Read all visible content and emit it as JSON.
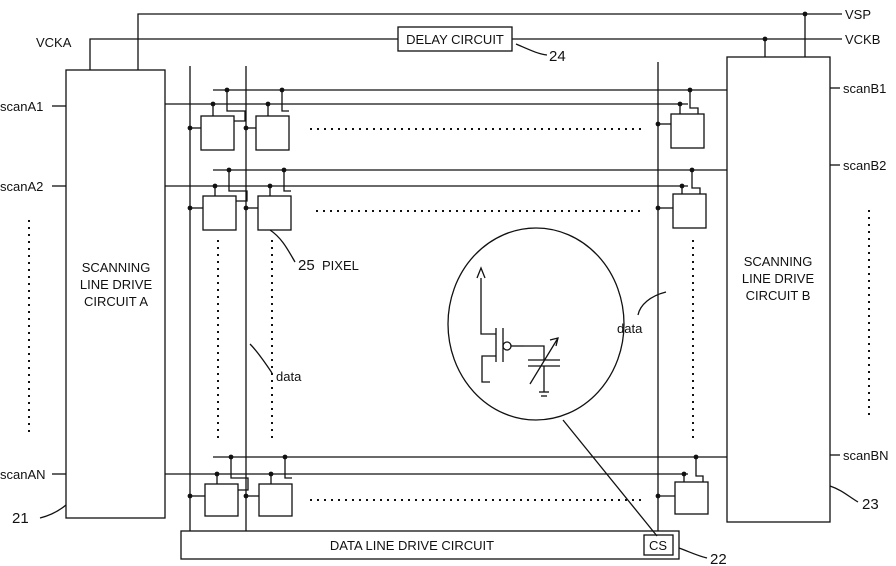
{
  "signals": {
    "vsp": "VSP",
    "vcka": "VCKA",
    "vckb": "VCKB",
    "scan_a": [
      "scanA1",
      "scanA2",
      "scanAN"
    ],
    "scan_b": [
      "scanB1",
      "scanB2",
      "scanBN"
    ],
    "data_left": "data",
    "data_right": "data"
  },
  "blocks": {
    "delay_circuit": "DELAY CIRCUIT",
    "driver_a": [
      "SCANNING",
      "LINE DRIVE",
      "CIRCUIT A"
    ],
    "driver_b": [
      "SCANNING",
      "LINE DRIVE",
      "CIRCUIT B"
    ],
    "data_line_drive": "DATA LINE DRIVE CIRCUIT",
    "cs": "CS"
  },
  "refs": {
    "r21": "21",
    "r22": "22",
    "r23": "23",
    "r24": "24",
    "r25": "25",
    "pixel": "PIXEL"
  }
}
